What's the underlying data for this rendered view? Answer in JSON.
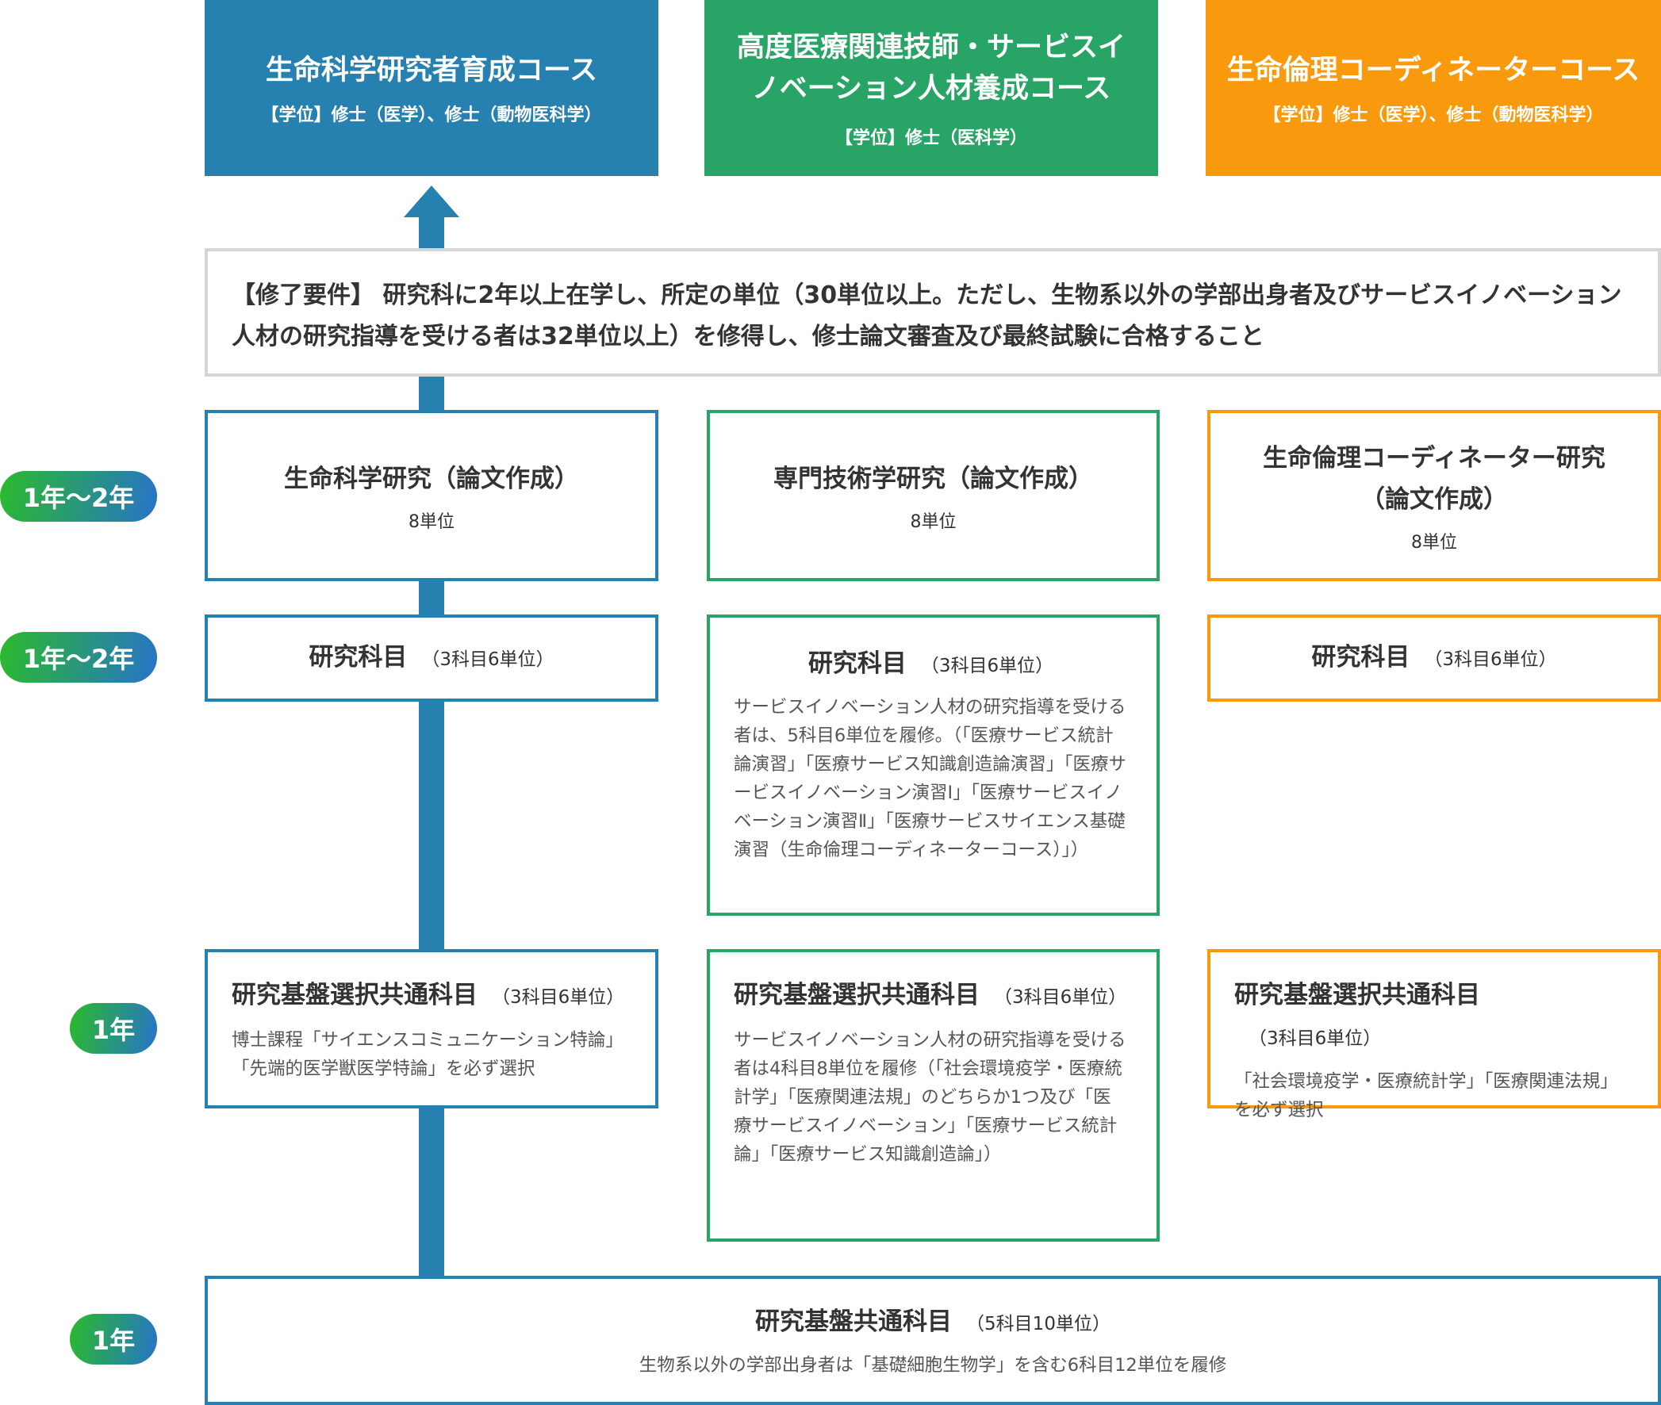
{
  "courses": [
    {
      "title": "生命科学研究者育成コース",
      "degree": "【学位】修士（医学）、修士（動物医科学）",
      "color": "#2781b0"
    },
    {
      "title": "高度医療関連技師・サービスイノベーション人材養成コース",
      "degree": "【学位】修士（医科学）",
      "color": "#28a466"
    },
    {
      "title": "生命倫理コーディネーターコース",
      "degree": "【学位】修士（医学）、修士（動物医科学）",
      "color": "#f99a0e"
    }
  ],
  "requirement": "【修了要件】 研究科に2年以上在学し、所定の単位（30単位以上。ただし、生物系以外の学部出身者及びサービスイノベーション人材の研究指導を受ける者は32単位以上）を修得し、修士論文審査及び最終試験に合格すること",
  "years": [
    "1年〜2年",
    "1年〜2年",
    "1年",
    "1年"
  ],
  "thesis": [
    {
      "title": "生命科学研究（論文作成）",
      "units": "8単位"
    },
    {
      "title": "専門技術学研究（論文作成）",
      "units": "8単位"
    },
    {
      "title": "生命倫理コーディネーター研究（論文作成）",
      "units": "8単位"
    }
  ],
  "research": [
    {
      "title": "研究科目",
      "units": "（3科目6単位）"
    },
    {
      "title": "研究科目",
      "units": "（3科目6単位）",
      "note": "サービスイノベーション人材の研究指導を受ける者は、5科目6単位を履修。（「医療サービス統計論演習」「医療サービス知識創造論演習」「医療サービスイノベーション演習Ⅰ」「医療サービスイノベーション演習Ⅱ」「医療サービスサイエンス基礎演習（生命倫理コーディネーターコース）」）"
    },
    {
      "title": "研究科目",
      "units": "（3科目6単位）"
    }
  ],
  "elective": [
    {
      "title": "研究基盤選択共通科目",
      "units": "（3科目6単位）",
      "note": "博士課程「サイエンスコミュニケーション特論」「先端的医学獣医学特論」を必ず選択"
    },
    {
      "title": "研究基盤選択共通科目",
      "units": "（3科目6単位）",
      "note": "サービスイノベーション人材の研究指導を受ける者は4科目8単位を履修（「社会環境疫学・医療統計学」「医療関連法規」のどちらか1つ及び「医療サービスイノベーション」「医療サービス統計論」「医療サービス知識創造論」）"
    },
    {
      "title": "研究基盤選択共通科目",
      "units": "（3科目6単位）",
      "note": "「社会環境疫学・医療統計学」「医療関連法規」を必ず選択"
    }
  ],
  "common": {
    "title": "研究基盤共通科目",
    "units": "（5科目10単位）",
    "note": "生物系以外の学部出身者は「基礎細胞生物学」を含む6科目12単位を履修"
  }
}
